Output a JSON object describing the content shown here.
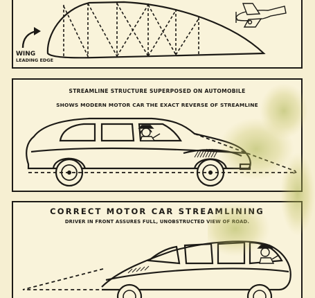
{
  "panel_top": {
    "wing_label": "WING",
    "leading_edge_label": "LEADING EDGE"
  },
  "panel_mid": {
    "line1": "STREAMLINE STRUCTURE SUPERPOSED ON AUTOMOBILE",
    "line2": "SHOWS MODERN MOTOR CAR THE EXACT REVERSE OF STREAMLINE"
  },
  "panel_bot": {
    "title": "CORRECT MOTOR CAR STREAMLINING",
    "subtitle": "DRIVER IN FRONT ASSURES FULL, UNOBSTRUCTED VIEW OF ROAD."
  },
  "colors": {
    "paper": "#f6efd2",
    "ink": "#1c1a16",
    "stain": "#a8b04a"
  }
}
